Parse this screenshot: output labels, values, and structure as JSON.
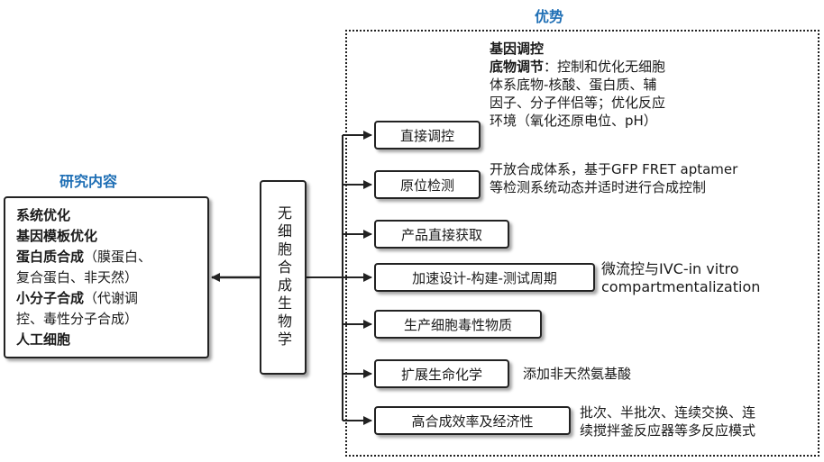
{
  "core_label": "无细胞合成生物学",
  "research": {
    "title": "研究内容",
    "lines": [
      {
        "bold": "系统优化",
        "rest": ""
      },
      {
        "bold": "基因模板优化",
        "rest": ""
      },
      {
        "bold": "蛋白质合成",
        "rest": "（膜蛋白、"
      },
      {
        "bold": "",
        "rest": "复合蛋白、非天然）"
      },
      {
        "bold": "小分子合成",
        "rest": "（代谢调"
      },
      {
        "bold": "",
        "rest": "控、毒性分子合成）"
      },
      {
        "bold": "人工细胞",
        "rest": ""
      }
    ]
  },
  "advantages": {
    "title": "优势",
    "items": [
      {
        "label": "直接调控"
      },
      {
        "label": "原位检测"
      },
      {
        "label": "产品直接获取"
      },
      {
        "label": "加速设计-构建-测试周期"
      },
      {
        "label": "生产细胞毒性物质"
      },
      {
        "label": "扩展生命化学"
      },
      {
        "label": "高合成效率及经济性"
      }
    ],
    "notes": {
      "control_head": "基因调控",
      "control_sub_bold": "底物调节",
      "control_sub_rest": "：控制和优化无细胞",
      "control_lines": [
        "体系底物-核酸、蛋白质、辅",
        "因子、分子伴侣等；优化反应",
        "环境（氧化还原电位、pH）"
      ],
      "detect_lines": [
        "开放合成体系，基于GFP FRET aptamer",
        "等检测系统动态并适时进行合成控制"
      ],
      "dbt_lines": [
        "微流控与IVC-in vitro",
        "compartmentalization"
      ],
      "expand_line": "添加非天然氨基酸",
      "efficiency_lines": [
        "批次、半批次、连续交换、连",
        "续搅拌釜反应器等多反应模式"
      ]
    }
  }
}
